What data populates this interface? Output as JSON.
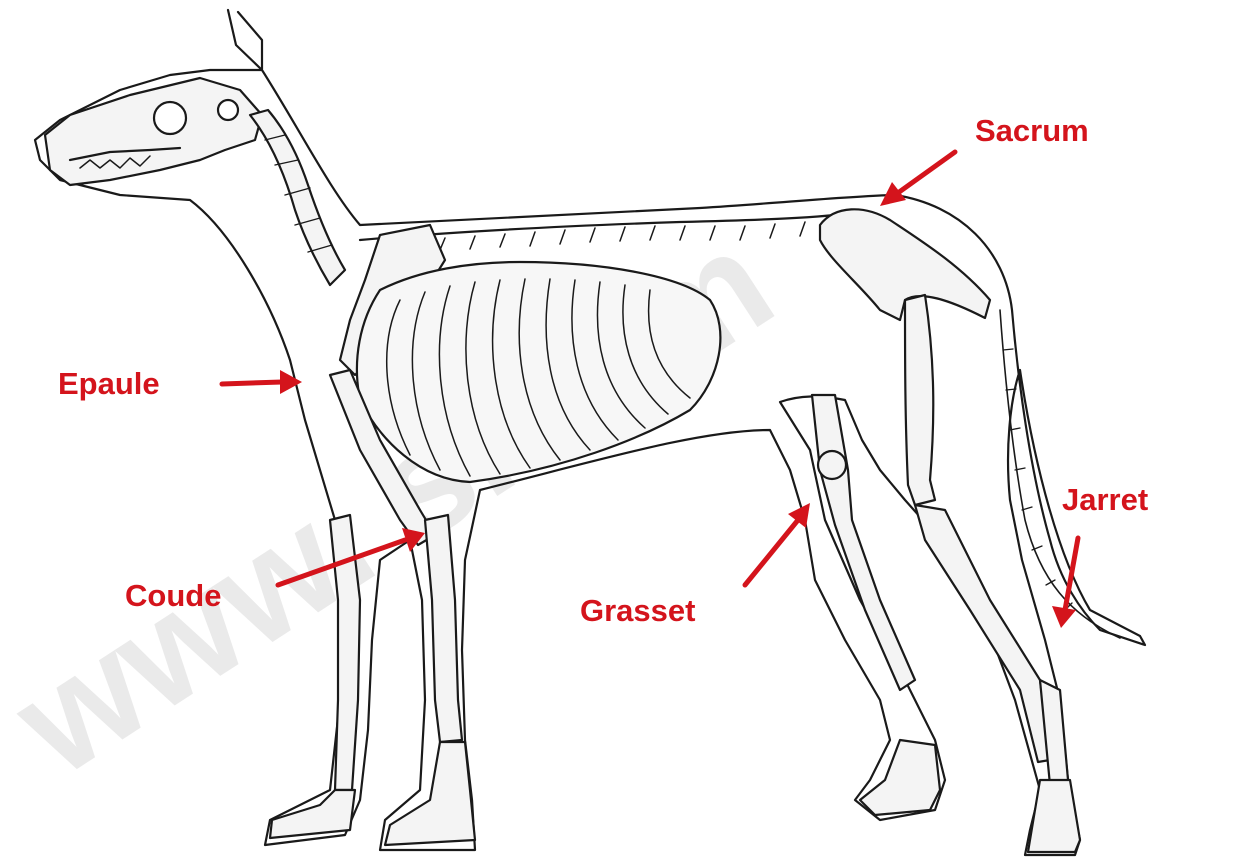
{
  "diagram": {
    "labels": {
      "sacrum": "Sacrum",
      "epaule": "Epaule",
      "coude": "Coude",
      "grasset": "Grasset",
      "jarret": "Jarret"
    },
    "watermark": "www.         s.com",
    "colors": {
      "label": "#d4141c",
      "arrow": "#d4141c",
      "outline": "#1a1a1a",
      "bone": "#f4f4f4",
      "watermark": "#dadada",
      "background": "#ffffff"
    }
  }
}
